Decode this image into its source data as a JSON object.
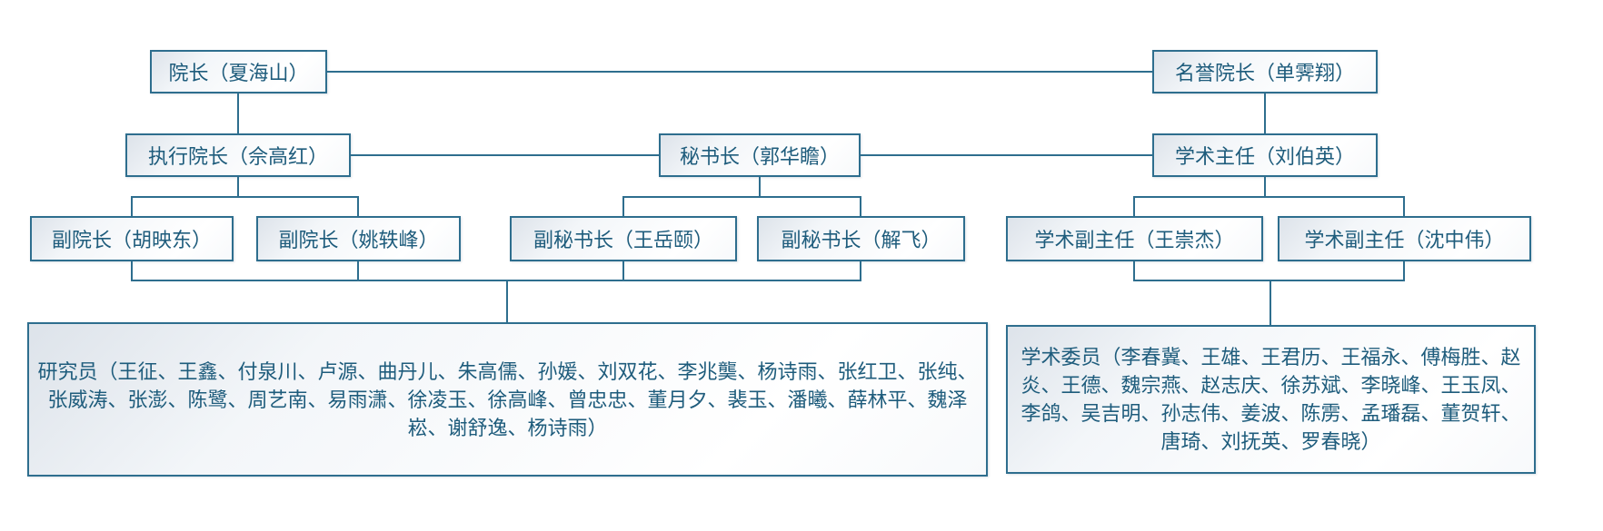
{
  "org": {
    "nodes": {
      "dean": {
        "label": "院长（夏海山）"
      },
      "honorary_dean": {
        "label": "名誉院长（单霁翔）"
      },
      "executive_dean": {
        "label": "执行院长（佘高红）"
      },
      "secretary_general": {
        "label": "秘书长（郭华瞻）"
      },
      "academic_director": {
        "label": "学术主任（刘伯英）"
      },
      "vice_dean_1": {
        "label": "副院长（胡映东）"
      },
      "vice_dean_2": {
        "label": "副院长（姚轶峰）"
      },
      "deputy_secretary_1": {
        "label": "副秘书长（王岳颐）"
      },
      "deputy_secretary_2": {
        "label": "副秘书长（解飞）"
      },
      "deputy_academic_director_1": {
        "label": "学术副主任（王崇杰）"
      },
      "deputy_academic_director_2": {
        "label": "学术副主任（沈中伟）"
      },
      "researchers": {
        "label": "研究员（王征、王鑫、付泉川、卢源、曲丹儿、朱高儒、孙媛、刘双花、李兆龑、杨诗雨、张红卫、张纯、张威涛、张澎、陈鹭、周艺南、易雨潇、徐凌玉、徐高峰、曾忠忠、董月夕、裴玉、潘曦、薛林平、魏泽崧、谢舒逸、杨诗雨）"
      },
      "academic_committee": {
        "label": "学术委员（李春冀、王雄、王君历、王福永、傅梅胜、赵炎、王德、魏宗燕、赵志庆、徐苏斌、李晓峰、王玉凤、李鸽、吴吉明、孙志伟、姜波、陈雳、孟璠磊、董贺轩、唐琦、刘抚英、罗春晓）"
      }
    },
    "colors": {
      "border": "#2e6e8e",
      "text": "#1e5c7c",
      "line": "#2e6e8e"
    }
  }
}
